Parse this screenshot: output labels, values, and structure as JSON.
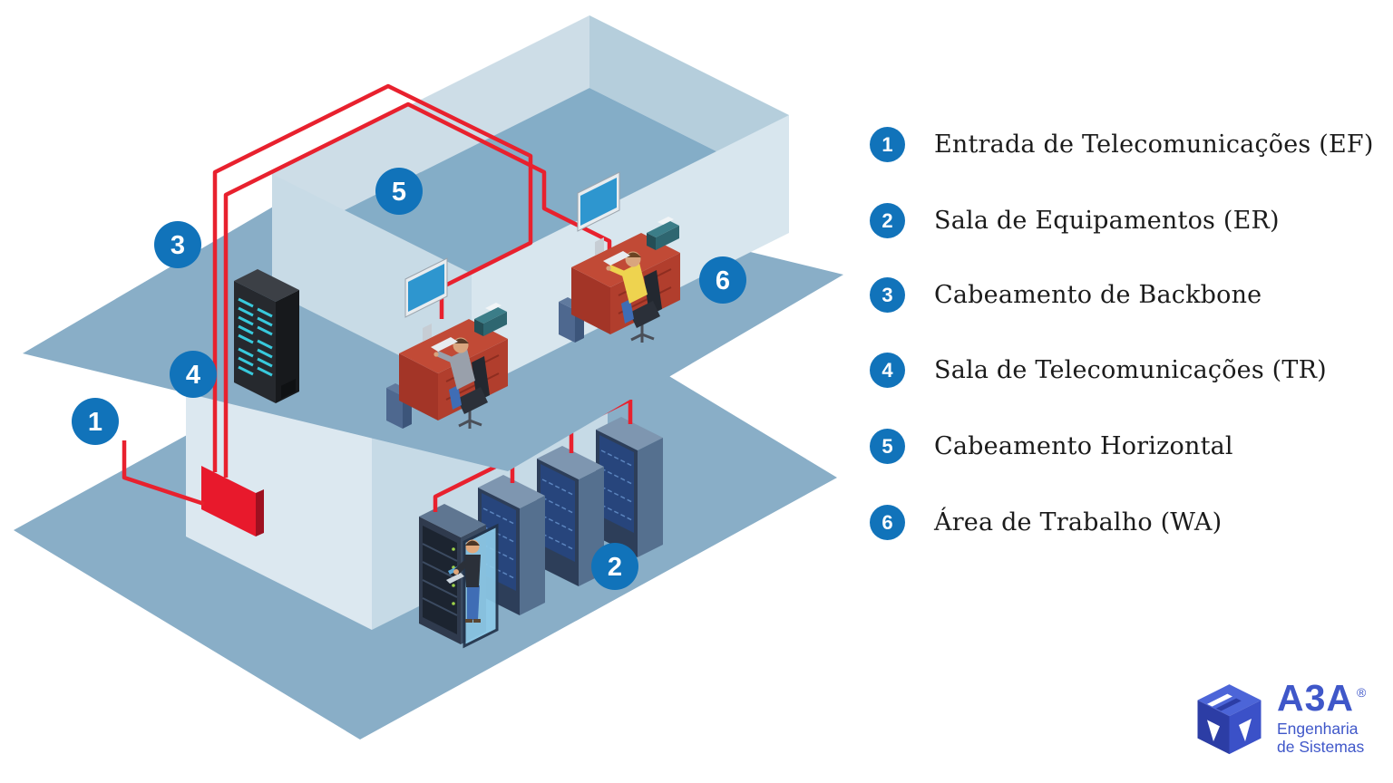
{
  "diagram": {
    "badges": [
      "1",
      "2",
      "3",
      "4",
      "5",
      "6"
    ]
  },
  "legend": {
    "items": [
      {
        "number": "1",
        "label": "Entrada de Telecomunicações (EF)"
      },
      {
        "number": "2",
        "label": "Sala de Equipamentos (ER)"
      },
      {
        "number": "3",
        "label": "Cabeamento de Backbone"
      },
      {
        "number": "4",
        "label": "Sala de Telecomunicações (TR)"
      },
      {
        "number": "5",
        "label": "Cabeamento Horizontal"
      },
      {
        "number": "6",
        "label": "Área de Trabalho (WA)"
      }
    ]
  },
  "logo": {
    "brand": "A3A",
    "registered": "®",
    "tagline_line1": "Engenharia",
    "tagline_line2": "de Sistemas"
  },
  "colors": {
    "badge_blue": "#1173BA",
    "cable_red": "#E8212E",
    "floor_slab": "#89AEC7",
    "wall_light": "#DCE8F0",
    "wall_shade": "#C6DAE6",
    "interior_floor": "#84ADC7",
    "rack_dark": "#26292E",
    "rack_led_teal": "#38C9DC",
    "server_rack_navy": "#2D3E59",
    "server_glass": "#27457C",
    "desk_red": "#C14A36",
    "entrance_panel_red": "#E8192C",
    "logo_blue": "#3F57C9",
    "legend_text": "#1B1B1B"
  }
}
